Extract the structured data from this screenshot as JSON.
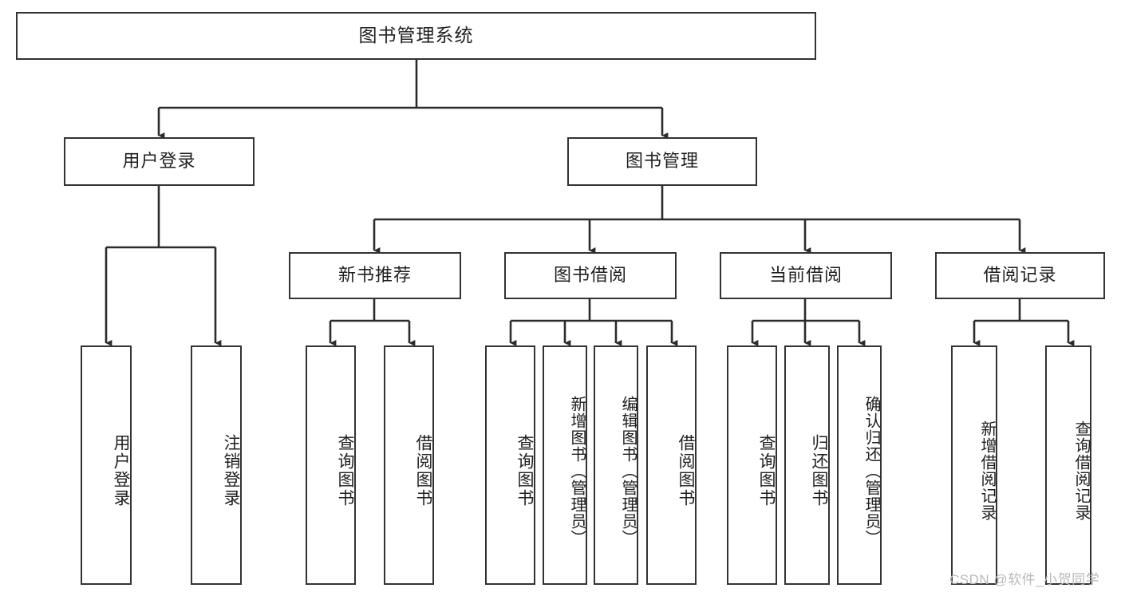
{
  "diagram": {
    "title": "图书管理系统",
    "type": "tree-hierarchy",
    "watermark": "CSDN @软件_小贺同学",
    "nodes": {
      "root": {
        "label": "图书管理系统"
      },
      "level2": [
        {
          "id": "user-login",
          "label": "用户登录"
        },
        {
          "id": "book-management",
          "label": "图书管理"
        }
      ],
      "level3": [
        {
          "id": "new-book-recommend",
          "label": "新书推荐"
        },
        {
          "id": "book-borrow",
          "label": "图书借阅"
        },
        {
          "id": "current-borrow",
          "label": "当前借阅"
        },
        {
          "id": "borrow-record",
          "label": "借阅记录"
        }
      ],
      "leaves": {
        "user-login": [
          {
            "id": "leaf-user-login",
            "label": "用户登录"
          },
          {
            "id": "leaf-logout-login",
            "label": "注销登录"
          }
        ],
        "new-book-recommend": [
          {
            "id": "leaf-query-book-1",
            "label": "查询图书"
          },
          {
            "id": "leaf-borrow-book-1",
            "label": "借阅图书"
          }
        ],
        "book-borrow": [
          {
            "id": "leaf-query-book-2",
            "label": "查询图书"
          },
          {
            "id": "leaf-add-book",
            "label": "新增图书（管理员）"
          },
          {
            "id": "leaf-edit-book",
            "label": "编辑图书（管理员）"
          },
          {
            "id": "leaf-borrow-book-2",
            "label": "借阅图书"
          }
        ],
        "current-borrow": [
          {
            "id": "leaf-query-book-3",
            "label": "查询图书"
          },
          {
            "id": "leaf-return-book",
            "label": "归还图书"
          },
          {
            "id": "leaf-confirm-return",
            "label": "确认归还（管理员）"
          }
        ],
        "borrow-record": [
          {
            "id": "leaf-add-record",
            "label": "新增借阅记录"
          },
          {
            "id": "leaf-query-record",
            "label": "查询借阅记录"
          }
        ]
      }
    },
    "colors": {
      "border": "#333333",
      "fill": "#ffffff",
      "text": "#1f1f1f",
      "edge": "#2b2b2b",
      "watermark": "#b9b9b9",
      "background": "#ffffff"
    }
  }
}
